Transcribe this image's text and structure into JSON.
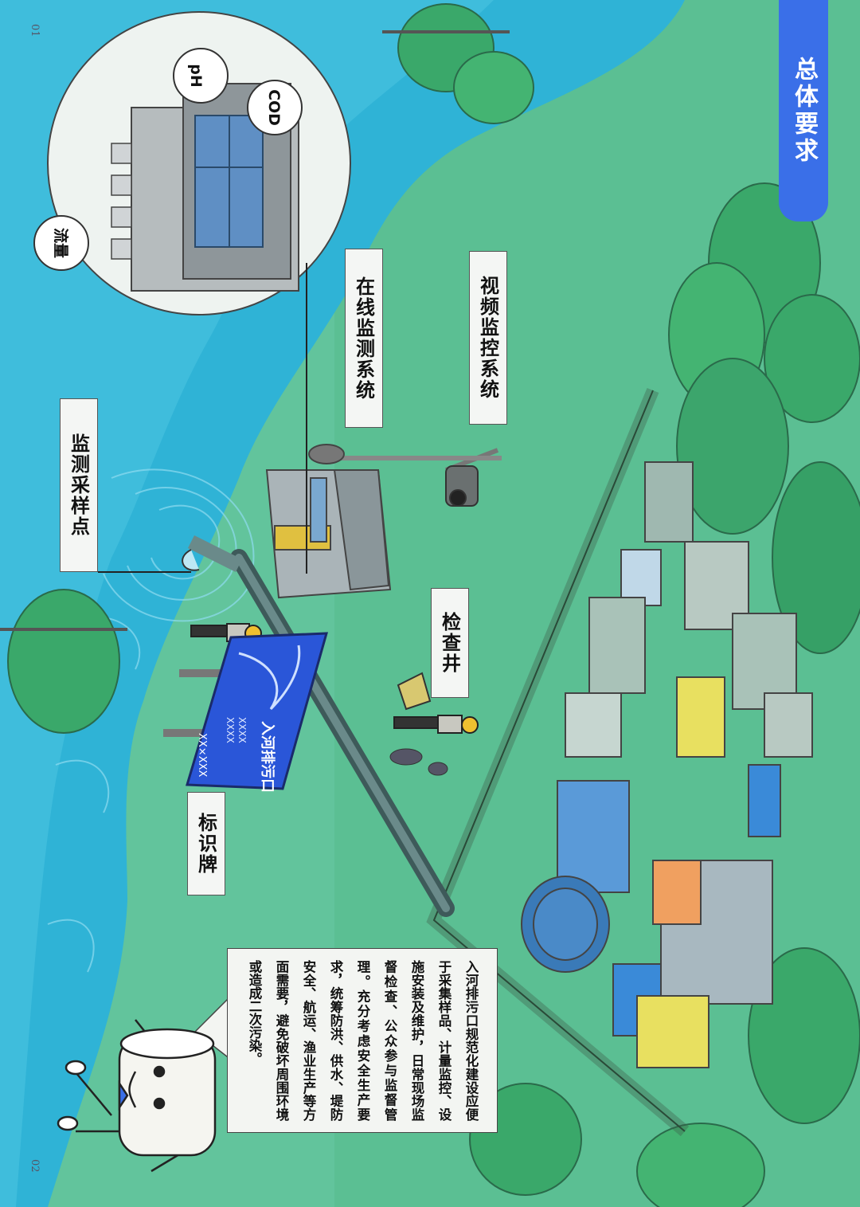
{
  "header": {
    "title": "总体要求"
  },
  "labels": {
    "online_monitoring": "在线监测系统",
    "video_monitoring": "视频监控系统",
    "sampling_point": "监测采样点",
    "inspection_well": "检查井",
    "signboard": "标识牌"
  },
  "sensors": {
    "ph": "pH",
    "cod": "COD",
    "flow": "流量"
  },
  "sign": {
    "title": "入河排污口",
    "code": "XX×XXX",
    "line1": "XXXX",
    "line2": "XXXX"
  },
  "description": "入河排污口规范化建设应便于采集样品、计量监控、设施安装及维护，日常现场监督检查、公众参与监督管理。充分考虑安全生产要求，统筹防洪、供水、堤防安全、航运、渔业生产等方面需要，避免破坏周围环境或造成二次污染。",
  "page_numbers": {
    "left": "01",
    "right": "02"
  },
  "colors": {
    "accent": "#3a6fe8",
    "river": "#2fb3d6",
    "grass": "#5fc49a",
    "sign_blue": "#2a56d8"
  }
}
